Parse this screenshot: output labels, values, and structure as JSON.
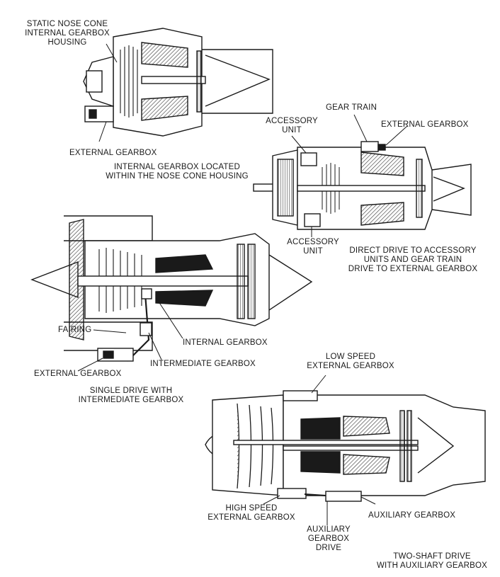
{
  "labels": {
    "static_nose_cone": "STATIC NOSE CONE\nINTERNAL GEARBOX\nHOUSING",
    "external_gearbox_top": "EXTERNAL GEARBOX",
    "internal_gearbox_caption": "INTERNAL GEARBOX LOCATED\nWITHIN THE NOSE CONE HOUSING",
    "gear_train": "GEAR TRAIN",
    "accessory_unit_top": "ACCESSORY\nUNIT",
    "external_gearbox_right": "EXTERNAL GEARBOX",
    "accessory_unit_bottom": "ACCESSORY\nUNIT",
    "direct_drive_caption": "DIRECT DRIVE TO ACCESSORY\nUNITS AND GEAR TRAIN\nDRIVE TO EXTERNAL GEARBOX",
    "fairing": "FAIRING",
    "internal_gearbox": "INTERNAL GEARBOX",
    "external_gearbox_left": "EXTERNAL GEARBOX",
    "intermediate_gearbox": "INTERMEDIATE GEARBOX",
    "single_drive_caption": "SINGLE DRIVE WITH\nINTERMEDIATE GEARBOX",
    "low_speed_external_gearbox": "LOW SPEED\nEXTERNAL GEARBOX",
    "high_speed_external_gearbox": "HIGH SPEED\nEXTERNAL GEARBOX",
    "auxiliary_gearbox_drive": "AUXILIARY\nGEARBOX\nDRIVE",
    "auxiliary_gearbox": "AUXILIARY GEARBOX",
    "two_shaft_caption": "TWO-SHAFT DRIVE\nWITH AUXILIARY GEARBOX"
  }
}
